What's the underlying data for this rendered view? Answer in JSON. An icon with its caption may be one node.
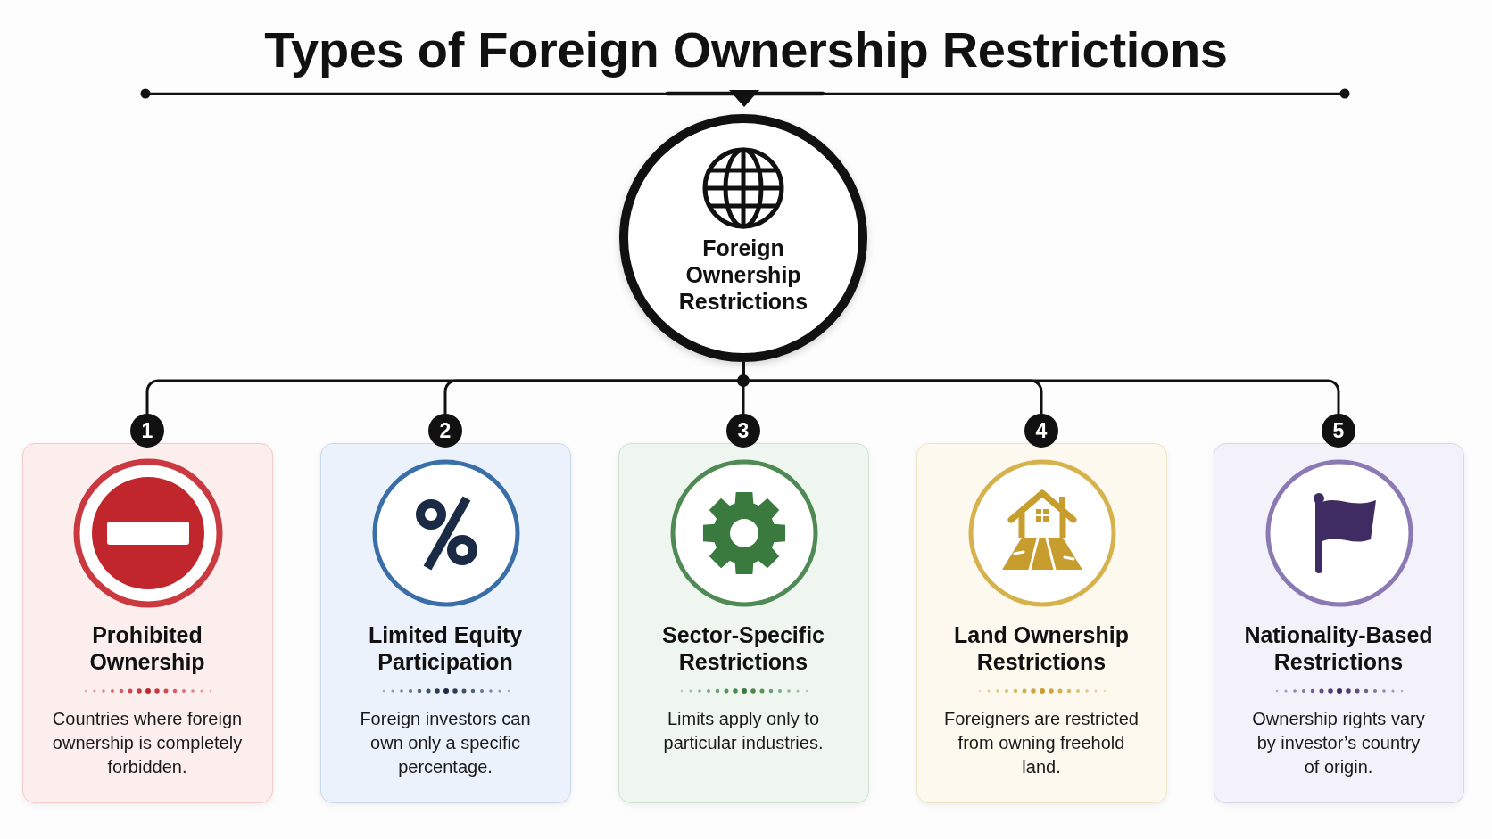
{
  "diagram": {
    "title": "Types of Foreign Ownership Restrictions",
    "nodes": [
      {
        "text": [
          "Foreign Ownership Restrictions"
        ]
      },
      {
        "text": [
          "1"
        ]
      },
      {
        "text": [
          "Prohibited Ownership",
          "Countries where foreign ownership is completely forbidden."
        ]
      },
      {
        "text": [
          "2"
        ]
      },
      {
        "text": [
          "Limited Equity Participation",
          "Foreign investors can own only a specific percentage."
        ]
      },
      {
        "text": [
          "3"
        ]
      },
      {
        "text": [
          "Sector-Specific Restrictions",
          "Limits apply only to particular industries."
        ]
      },
      {
        "text": [
          "4"
        ]
      },
      {
        "text": [
          "Land Ownership Restrictions",
          "Foreigners are restricted from owning freehold land."
        ]
      },
      {
        "text": [
          "5"
        ]
      },
      {
        "text": [
          "Nationality-Based Restrictions",
          "Ownership rights vary by investor’s country of origin."
        ]
      }
    ],
    "edges": [
      {
        "from": 0,
        "to": 1,
        "arrow": "none"
      },
      {
        "from": 0,
        "to": 3,
        "arrow": "none"
      },
      {
        "from": 0,
        "to": 5,
        "arrow": "none"
      },
      {
        "from": 0,
        "to": 7,
        "arrow": "none"
      },
      {
        "from": 0,
        "to": 9,
        "arrow": "none"
      }
    ]
  }
}
